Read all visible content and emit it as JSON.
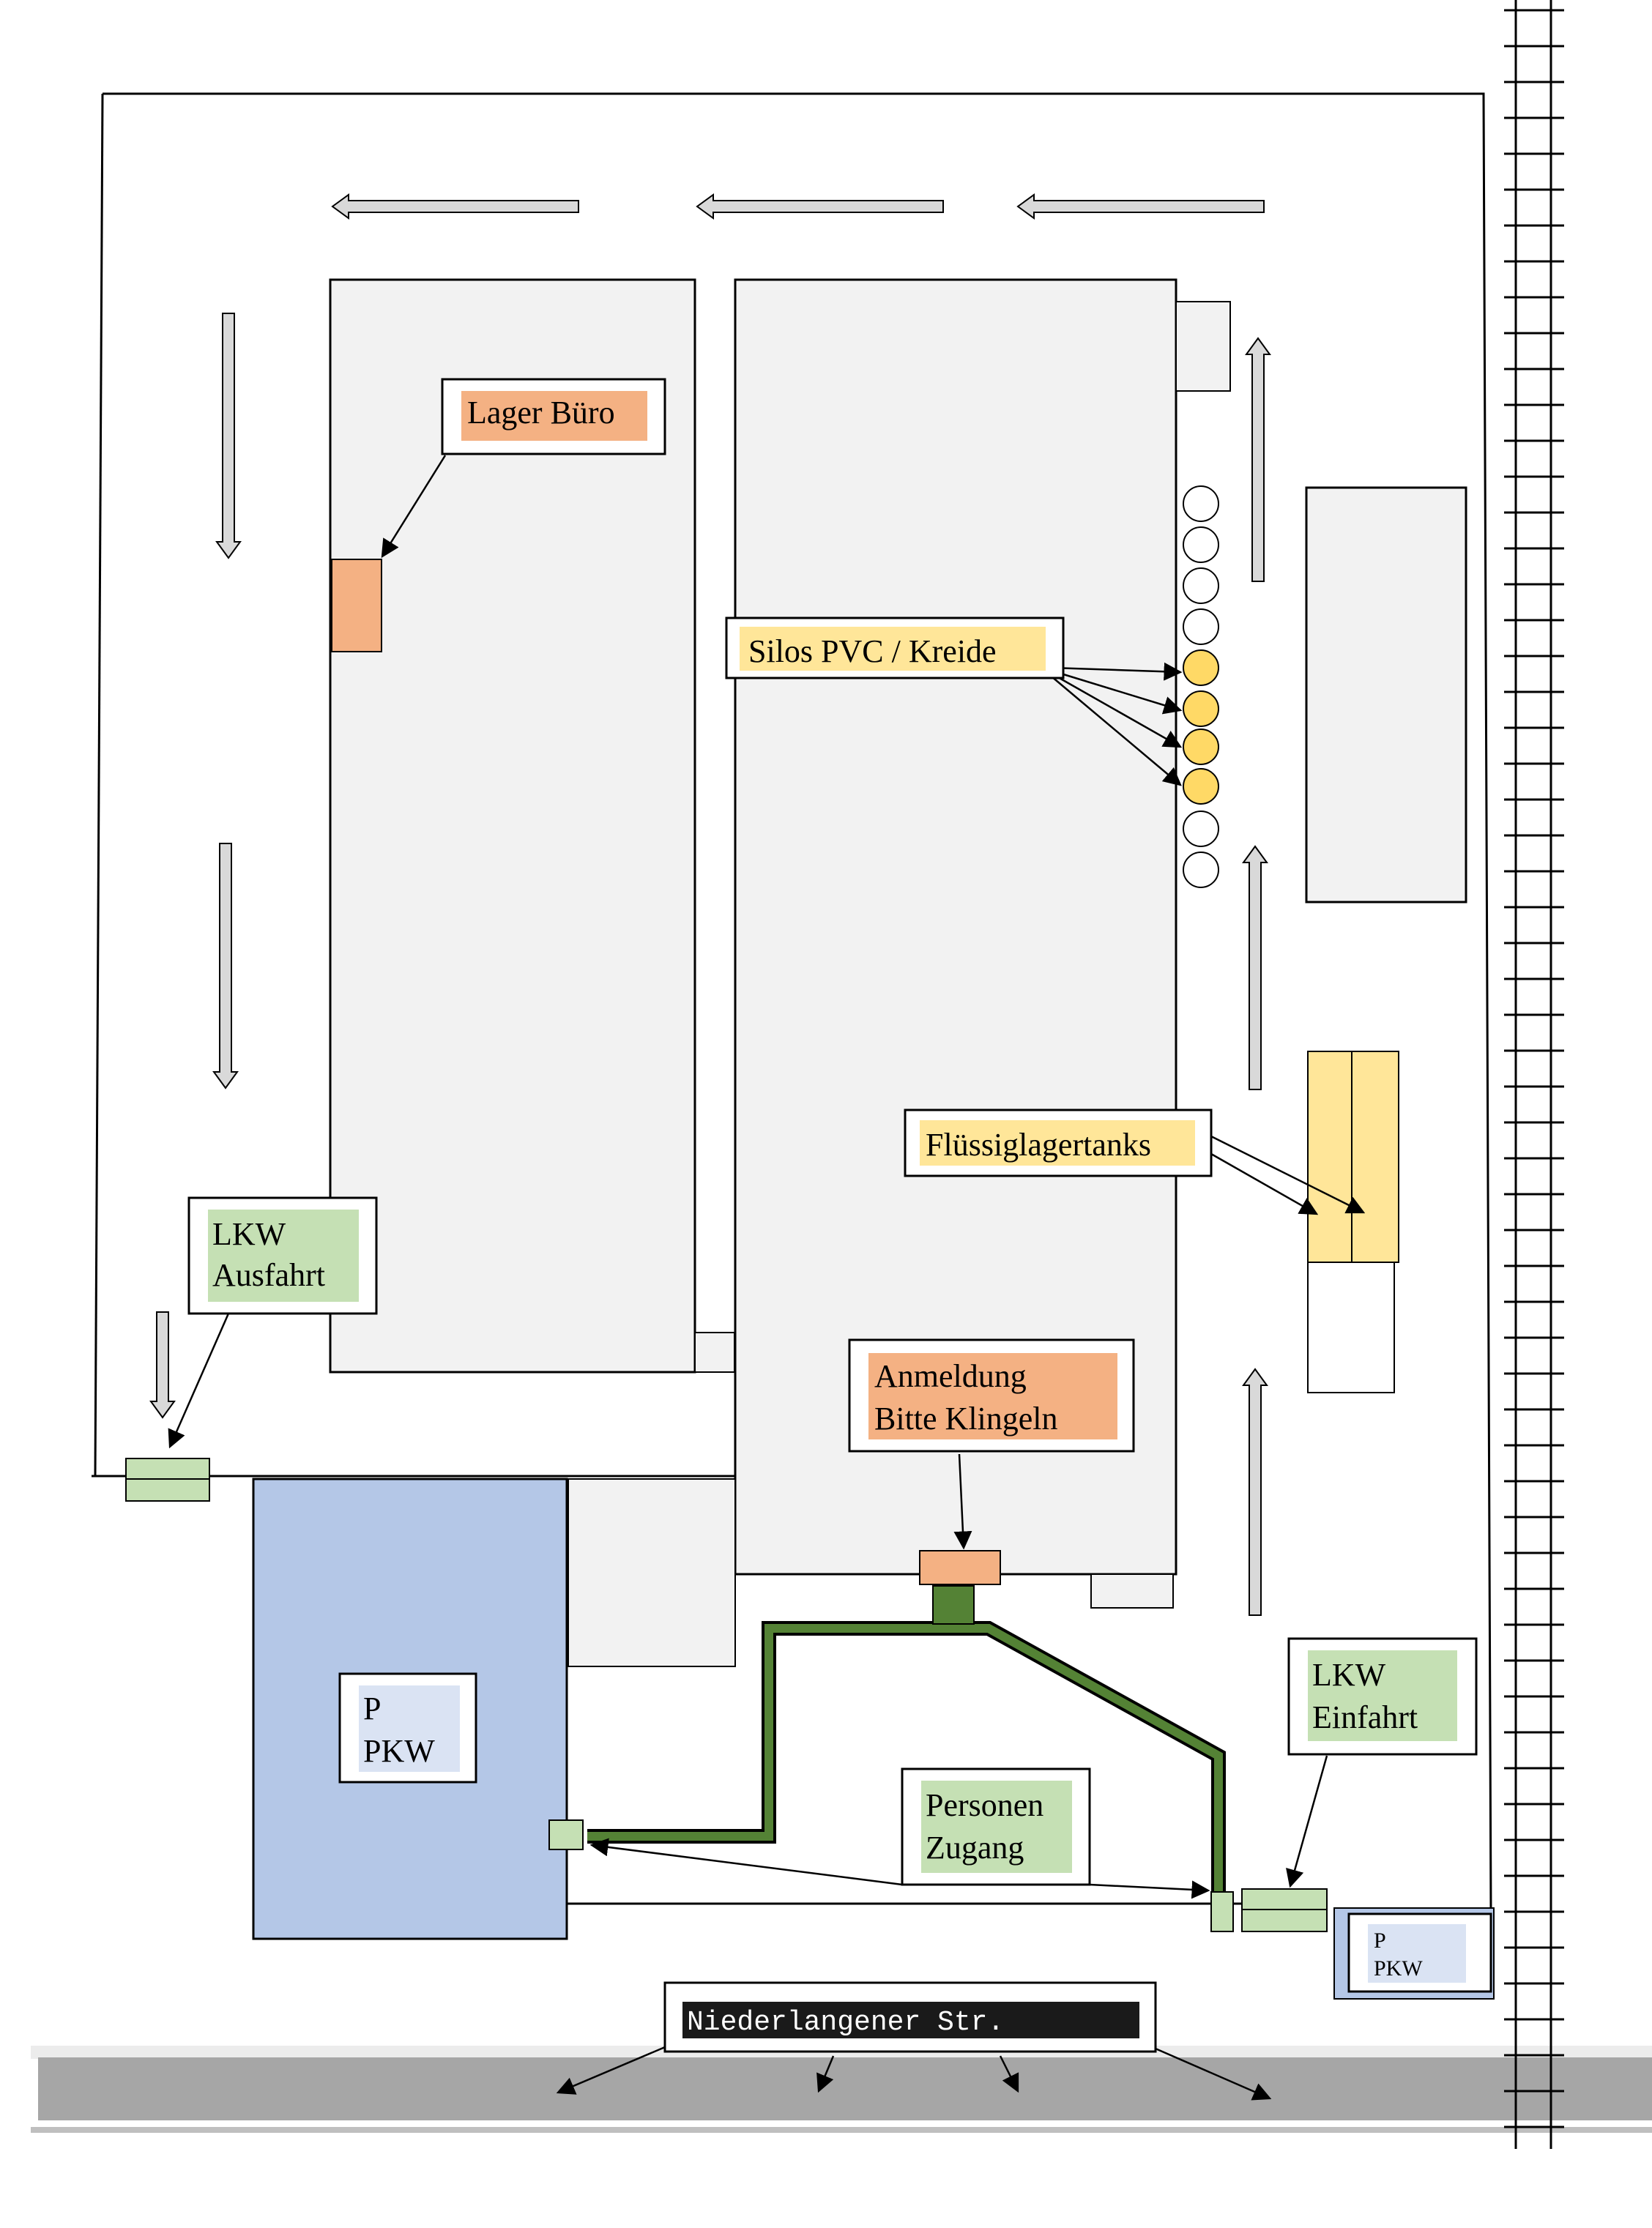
{
  "labels": {
    "lager_buero": "Lager Büro",
    "silos": "Silos PVC / Kreide",
    "fluessig": "Flüssiglagertanks",
    "lkw_ausfahrt": [
      "LKW",
      "Ausfahrt"
    ],
    "lkw_einfahrt": [
      "LKW",
      "Einfahrt"
    ],
    "anmeldung": [
      "Anmeldung",
      "Bitte Klingeln"
    ],
    "personen": [
      "Personen",
      "Zugang"
    ],
    "parking_large": [
      "P",
      "PKW"
    ],
    "parking_small": [
      "P",
      "PKW"
    ],
    "street": "Niederlangener Str."
  },
  "colors": {
    "building": "#f2f2f2",
    "office": "#f4b183",
    "yellow": "#ffe699",
    "silo_yellow": "#ffd966",
    "green_light": "#c5e0b4",
    "green_path": "#548235",
    "parking_blue": "#b4c7e7",
    "parking_inner": "#dae3f3",
    "road": "#a6a6a6",
    "street_label_bg": "#1a1a1a",
    "outline": "#000000"
  },
  "icons": [
    "arrow-left-icon",
    "arrow-down-icon",
    "arrow-up-icon",
    "railway-track-icon",
    "silo-circle-icon"
  ]
}
